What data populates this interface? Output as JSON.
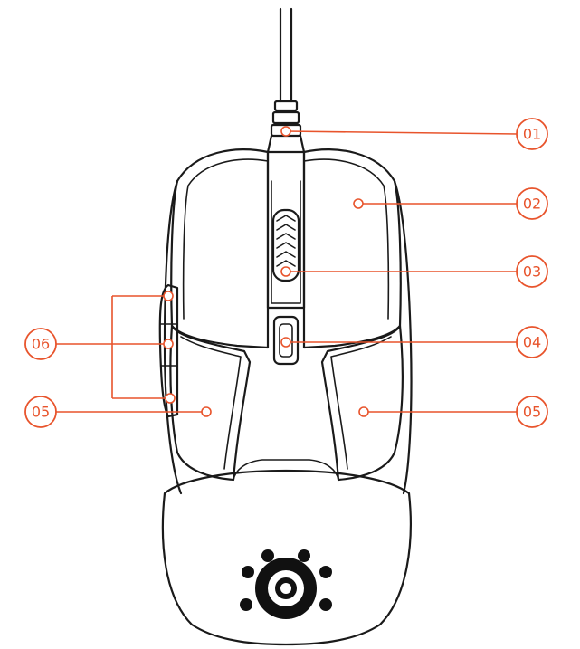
{
  "colors": {
    "callout": "#e8542c",
    "outline": "#1a1a1a",
    "logo": "#111111",
    "background": "#ffffff"
  },
  "callouts": {
    "c01": "01",
    "c02": "02",
    "c03": "03",
    "c04": "04",
    "c05_left": "05",
    "c05_right": "05",
    "c06": "06"
  },
  "icons": {
    "logo": "steelseries-logo-icon"
  }
}
